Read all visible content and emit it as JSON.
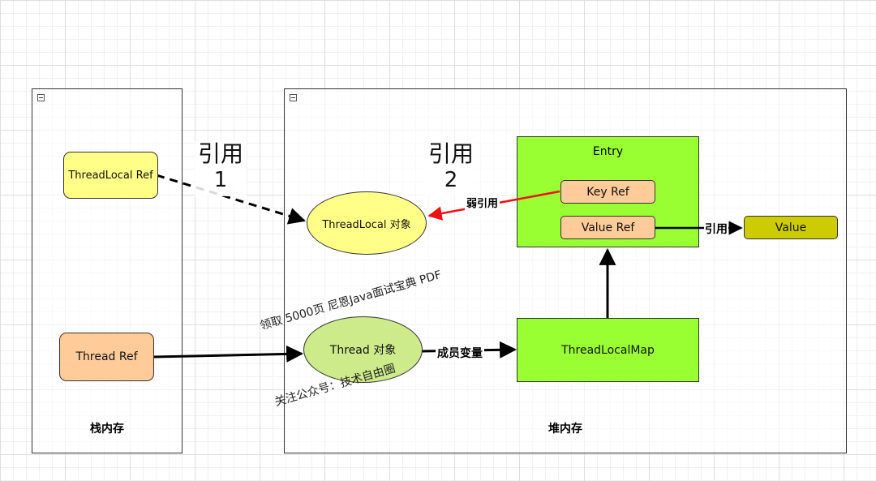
{
  "stack_memory": {
    "label": "栈内存"
  },
  "heap_memory": {
    "label": "堆内存"
  },
  "threadlocal_ref": {
    "label": "ThreadLocal Ref"
  },
  "thread_ref": {
    "label": "Thread Ref"
  },
  "threadlocal_obj": {
    "label": "ThreadLocal 对象"
  },
  "thread_obj": {
    "label": "Thread 对象"
  },
  "entry": {
    "label": "Entry"
  },
  "key_ref": {
    "label": "Key Ref"
  },
  "value_ref": {
    "label": "Value Ref"
  },
  "value": {
    "label": "Value"
  },
  "threadlocalmap": {
    "label": "ThreadLocalMap"
  },
  "edges": {
    "ref1": {
      "word": "引用",
      "num": "1"
    },
    "ref2": {
      "word": "引用",
      "num": "2"
    },
    "weak_ref": "弱引用",
    "member_var": "成员变量",
    "ref_value": "引用"
  },
  "watermark": {
    "line1": "领取 5000页 尼恩Java面试宝典 PDF",
    "line2": "关注公众号：技术自由圈"
  },
  "colors": {
    "yellow_fill": "#ffff88",
    "orange_fill": "#ffcc99",
    "green_fill": "#99ff33",
    "olive_fill": "#cccc00",
    "thread_obj_fill": "#cdeb8b",
    "weak_ref_arrow": "#ee1111"
  }
}
